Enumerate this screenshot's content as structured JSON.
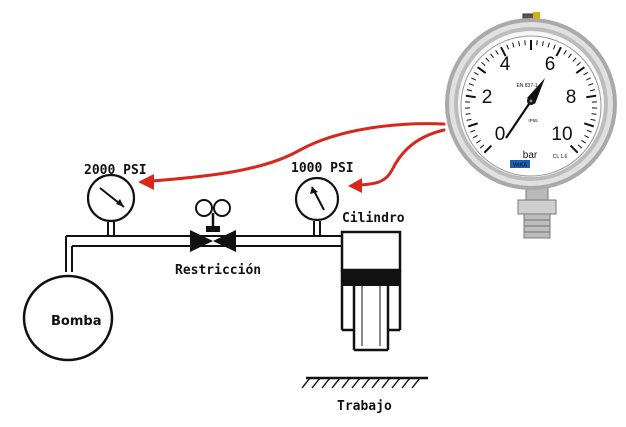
{
  "labels": {
    "gauge_left": "2000 PSI",
    "gauge_right": "1000 PSI",
    "restriction": "Restricción",
    "cylinder": "Cilindro",
    "pump": "Bomba",
    "work": "Trabajo"
  },
  "photo_gauge": {
    "scale": [
      "0",
      "2",
      "4",
      "6",
      "8",
      "10"
    ],
    "unit": "bar",
    "standard": "EN 837-1",
    "class": "CL 1.6",
    "brand": "WIKA",
    "small_mark": "IP65"
  },
  "colors": {
    "arrow": "#d8281e",
    "line": "#111111"
  }
}
